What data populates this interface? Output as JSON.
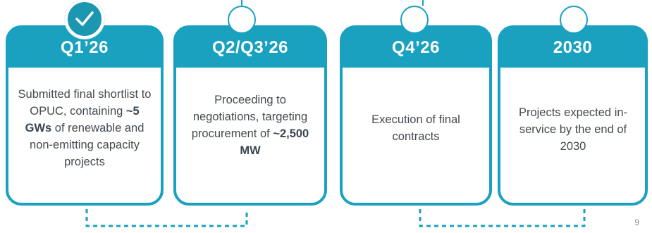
{
  "milestones": [
    {
      "period": "Q1’26",
      "status": "complete",
      "status_icon": "checkmark-icon",
      "text_before": "Submitted final shortlist to OPUC, containing ",
      "text_bold": "~5 GWs",
      "text_after": " of renewable and non-emitting capacity projects"
    },
    {
      "period": "Q2/Q3’26",
      "status": "pending",
      "text_before": "Proceeding to negotiations, targeting procurement of ",
      "text_bold": "~2,500 MW",
      "text_after": ""
    },
    {
      "period": "Q4’26",
      "status": "pending",
      "text_before": "Execution of final contracts",
      "text_bold": "",
      "text_after": ""
    },
    {
      "period": "2030",
      "status": "pending",
      "text_before": "Projects expected in-service by the end of 2030",
      "text_bold": "",
      "text_after": ""
    }
  ],
  "page_number": "9",
  "colors": {
    "accent": "#1aa1bf",
    "text": "#444a50"
  }
}
